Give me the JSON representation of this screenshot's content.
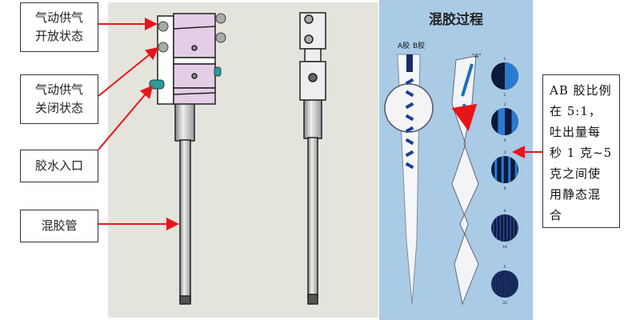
{
  "labels": {
    "pneumatic_open": "气动供气\n开放状态",
    "pneumatic_closed": "气动供气\n关闭状态",
    "glue_inlet": "胶水入口",
    "mixing_tube": "混胶管"
  },
  "mixing_panel": {
    "title": "混胶过程",
    "a_glue": "A胶",
    "b_glue": "B胶",
    "marker": "\"A\"",
    "stages": [
      {
        "top": "1",
        "bottom": "2"
      },
      {
        "top": "2",
        "bottom": "4"
      },
      {
        "top": "3",
        "bottom": "8"
      },
      {
        "top": "4",
        "bottom": "16"
      },
      {
        "top": "5",
        "bottom": "32"
      }
    ]
  },
  "note": "AB 胶比例在 5:1，吐出量每秒 1 克~5克之间使用静态混合",
  "colors": {
    "arrow": "#e8141b",
    "panel_gray": "#e4e4dc",
    "panel_blue": "#a9cbe6",
    "block_pink": "#e4cde6",
    "fitting_teal": "#2a9a9a",
    "stripe_blue": "#1e5eb0"
  }
}
